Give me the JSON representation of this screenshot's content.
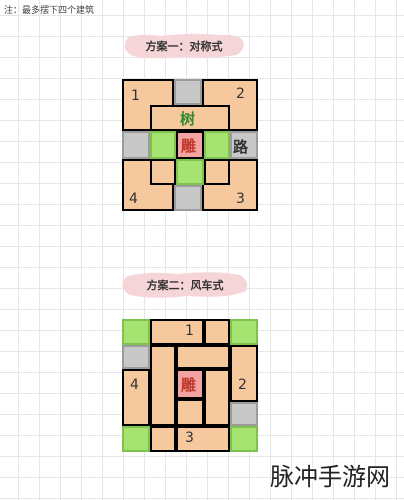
{
  "note": "注：最多摆下四个建筑",
  "plan1": {
    "title": "方案一：对称式",
    "labels": {
      "n1": "1",
      "n2": "2",
      "n3": "3",
      "n4": "4",
      "tree": "树",
      "statue": "雕",
      "road": "路"
    }
  },
  "plan2": {
    "title": "方案二：风车式",
    "labels": {
      "n1": "1",
      "n2": "2",
      "n3": "3",
      "n4": "4",
      "statue": "雕"
    }
  },
  "watermark": "脉冲手游网",
  "colors": {
    "wood": "#f6c89d",
    "green": "#a7e370",
    "gray": "#c8c8c8",
    "red": "#f4a3a3",
    "title_bg": "#f6d5d8",
    "tree_text": "#2e8b2e",
    "statue_text": "#c0392b"
  }
}
